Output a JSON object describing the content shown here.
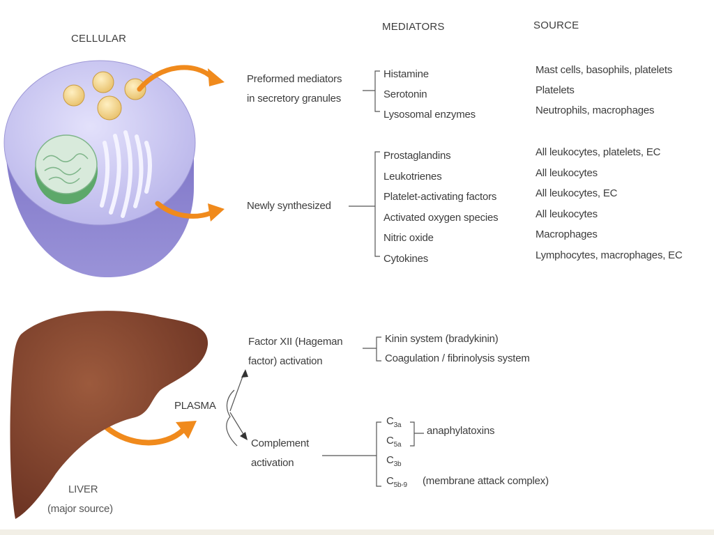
{
  "headers": {
    "cellular": "CELLULAR",
    "mediators": "MEDIATORS",
    "source": "SOURCE"
  },
  "cellular": {
    "preformed_label_line1": "Preformed mediators",
    "preformed_label_line2": "in secretory granules",
    "preformed_mediators": [
      "Histamine",
      "Serotonin",
      "Lysosomal enzymes"
    ],
    "preformed_sources": [
      "Mast cells, basophils, platelets",
      "Platelets",
      "Neutrophils, macrophages"
    ],
    "newly_label": "Newly synthesized",
    "newly_mediators": [
      "Prostaglandins",
      "Leukotrienes",
      "Platelet-activating factors",
      "Activated oxygen species",
      "Nitric oxide",
      "Cytokines"
    ],
    "newly_sources": [
      "All leukocytes, platelets, EC",
      "All leukocytes",
      "All leukocytes, EC",
      "All leukocytes",
      "Macrophages",
      "Lymphocytes, macrophages, EC"
    ]
  },
  "plasma": {
    "label": "PLASMA",
    "liver_line1": "LIVER",
    "liver_line2": "(major source)",
    "factor_line1": "Factor XII (Hageman",
    "factor_line2": "factor) activation",
    "factor_items": [
      "Kinin system (bradykinin)",
      "Coagulation / fibrinolysis system"
    ],
    "complement_line1": "Complement",
    "complement_line2": "activation",
    "c3a": "C",
    "c3a_sub": "3a",
    "c5a": "C",
    "c5a_sub": "5a",
    "c3b": "C",
    "c3b_sub": "3b",
    "c59": "C",
    "c59_sub": "5b-9",
    "anaphylatoxins": "anaphylatoxins",
    "mac": "(membrane attack complex)"
  },
  "colors": {
    "arrow": "#f08a1c",
    "cell_top": "#c9c6ee",
    "cell_side": "#8e86d0",
    "nucleus": "#6fb27a",
    "granule": "#f3d38a",
    "liver": "#8a4a33"
  }
}
